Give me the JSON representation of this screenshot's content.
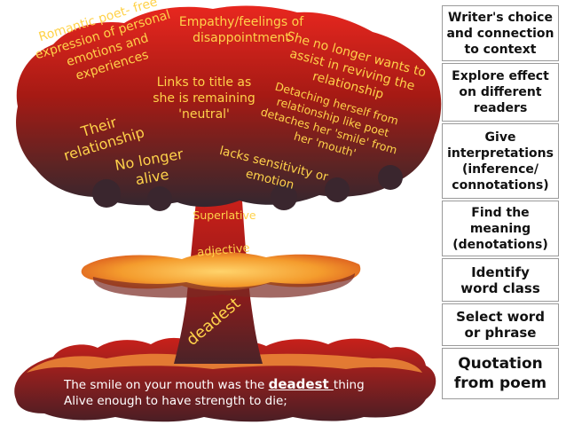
{
  "cloud_labels": {
    "empathy": "Empathy/feelings of\ndisappointment",
    "romantic": "Romantic poet- free\nexpression of personal\nemotions and\nexperiences",
    "no_longer_assist": "She no longer wants to\nassist in reviving the\nrelationship",
    "links_title": "Links to title as\nshe is remaining\n'neutral'",
    "detaching": "Detaching herself from\nrelationship like poet\ndetaches her 'smile' from\nher 'mouth'",
    "their_relationship": "Their\nrelationship",
    "no_longer_alive": "No longer\nalive",
    "lacks_sensitivity": "lacks sensitivity or\nemotion",
    "superlative": "Superlative",
    "adjective": "adjective",
    "deadest": "deadest"
  },
  "quotation": {
    "line1_before": "The smile on your mouth was the ",
    "line1_word": "deadest ",
    "line1_after": "thing",
    "line2": "Alive enough to have strength to die;"
  },
  "steps": [
    "Writer's choice\nand connection\nto context",
    "Explore effect\non different\nreaders",
    "Give\ninterpretations\n(inference/\nconnotations)",
    "Find the\nmeaning\n(denotations)",
    "Identify\nword class",
    "Select word\nor phrase",
    "Quotation\nfrom poem"
  ],
  "colors": {
    "cloud_top": "#e4241f",
    "cloud_bottom": "#3a2630",
    "glow": "#f7a335",
    "label_text": "#ffd24a",
    "quote_text": "#ffffff"
  }
}
